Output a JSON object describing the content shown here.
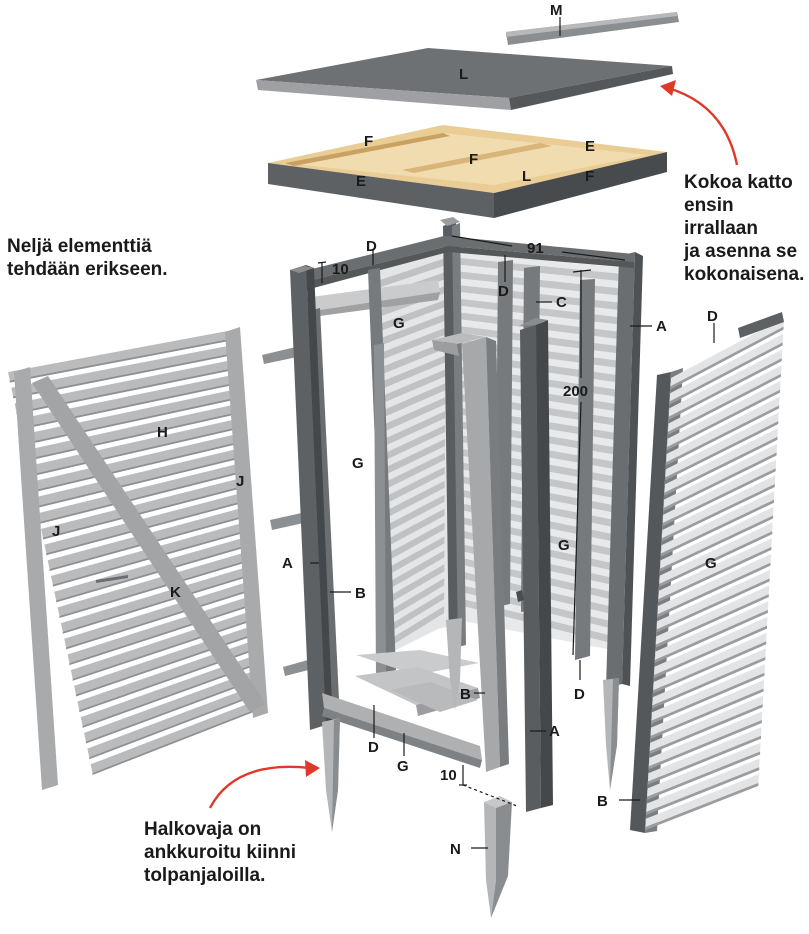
{
  "notes": {
    "top_left": "Neljä elementtiä\ntehdään erikseen.",
    "top_right": "Kokoa katto\nensin irrallaan\nja asenna se\nkokonaisena.",
    "bottom": "Halkovaja on\nankkuroitu kiinni\ntolpanjaloilla."
  },
  "part_labels": {
    "M": "M",
    "L": "L",
    "E": "E",
    "F": "F",
    "D": "D",
    "C": "C",
    "A": "A",
    "G": "G",
    "B": "B",
    "H": "H",
    "J": "J",
    "K": "K",
    "N": "N"
  },
  "dimensions": {
    "width": "91",
    "height": "200",
    "top_offset": "10",
    "bottom_offset": "10"
  },
  "colors": {
    "frame_gray": "#6b6e71",
    "frame_dark": "#4f5255",
    "slat_light": "#d9dadb",
    "slat_mid": "#b9bbbd",
    "roof_top": "#6f7275",
    "wood": "#e7c98f",
    "wood_edge": "#c9a163",
    "accent_arrow": "#e0382a",
    "text": "#1a1a1a"
  }
}
